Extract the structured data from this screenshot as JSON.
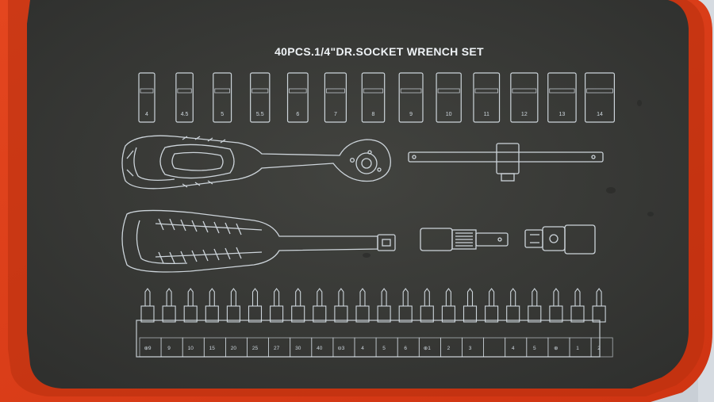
{
  "case": {
    "title": "40PCS.1/4\"DR.SOCKET WRENCH SET",
    "colors": {
      "frame": "#e0401c",
      "frame_dark": "#a8260c",
      "tray": "#3c3d3b",
      "engraving": "#dde5ec"
    }
  },
  "sockets": {
    "labels": [
      "4",
      "4.5",
      "5",
      "5.5",
      "6",
      "7",
      "8",
      "9",
      "10",
      "11",
      "12",
      "13",
      "14"
    ]
  },
  "bits": {
    "labels": [
      "⊕9",
      "9",
      "10",
      "15",
      "20",
      "25",
      "27",
      "30",
      "40",
      "⊖3",
      "4",
      "5",
      "6",
      "⊕1",
      "2",
      "3",
      "",
      "4",
      "5",
      "⊕",
      "1",
      "2"
    ]
  },
  "tools": {
    "ratchet": "ratchet-icon",
    "extension_bar": "extension-bar-icon",
    "bit_driver": "bit-driver-icon",
    "adapter": "bit-adapter-icon",
    "universal_joint": "universal-joint-icon"
  }
}
